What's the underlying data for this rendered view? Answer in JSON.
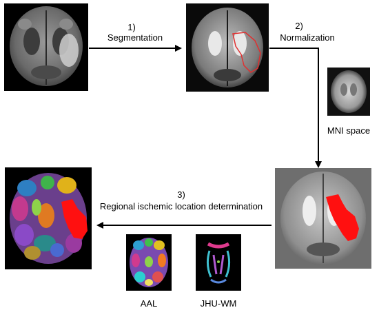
{
  "steps": {
    "step1": {
      "number": "1)",
      "label": "Segmentation"
    },
    "step2": {
      "number": "2)",
      "label": "Normalization"
    },
    "step3": {
      "number": "3)",
      "label": "Regional ischemic location determination"
    }
  },
  "templates": {
    "mni_label": "MNI space",
    "aal_label": "AAL",
    "jhu_label": "JHU-WM"
  },
  "colors": {
    "lesion": "#ff1010",
    "outline": "#e03030",
    "arrow": "#000000",
    "panel_bg": "#000000"
  }
}
